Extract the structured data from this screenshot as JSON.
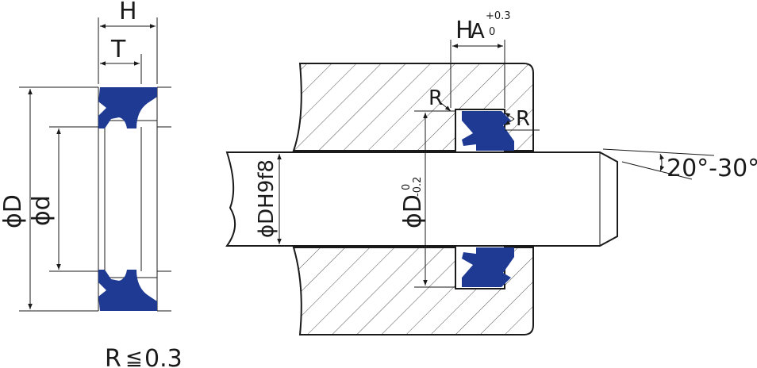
{
  "colors": {
    "seal": "#1f3a93",
    "line": "#1a1a1a",
    "background": "#ffffff"
  },
  "labels": {
    "H": "H",
    "T": "T",
    "outer_diameter": "ϕD",
    "inner_diameter": "ϕd",
    "groove_width": "H",
    "groove_width_sub": "A",
    "groove_tol_upper": "+0.3",
    "groove_tol_lower": "0",
    "radius_1": "R",
    "radius_2": "R",
    "rod_diameter": "ϕDH9f8",
    "groove_diameter": "ϕD",
    "groove_dia_tol_upper": "0",
    "groove_dia_tol_lower": "-0.2",
    "chamfer_angle": "20°-30°",
    "radius_note": "R",
    "radius_note_symbol": "≦",
    "radius_note_value": "0.3"
  }
}
